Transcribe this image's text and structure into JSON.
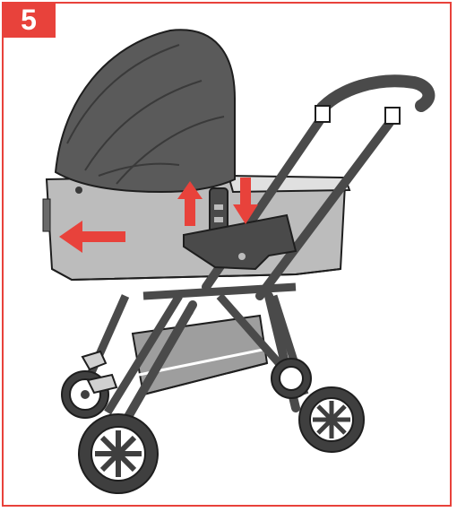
{
  "step": {
    "number": "5"
  },
  "colors": {
    "accent": "#e8423b",
    "canopy": "#5a5a5a",
    "carrycot_body": "#bcbcbc",
    "frame": "#4a4a4a",
    "wheel": "#3f3f3f",
    "outline": "#1e1e1e"
  },
  "illustration": {
    "subject": "stroller-with-carrycot",
    "arrows": [
      {
        "name": "slide-direction-arrow",
        "direction": "left"
      },
      {
        "name": "lift-up-arrow",
        "direction": "up"
      },
      {
        "name": "push-down-arrow",
        "direction": "down"
      }
    ]
  }
}
